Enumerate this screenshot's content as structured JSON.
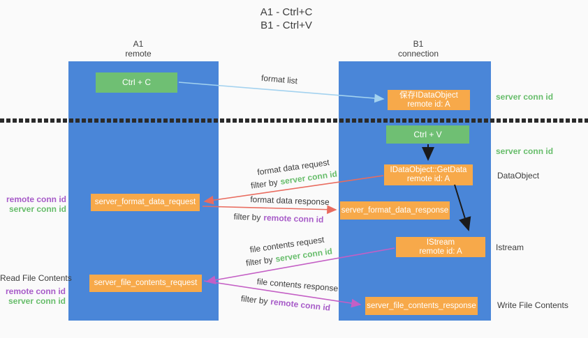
{
  "title": {
    "line1": "A1 - Ctrl+C",
    "line2": "B1 - Ctrl+V"
  },
  "lifelines": {
    "left": {
      "name": "A1",
      "role": "remote"
    },
    "right": {
      "name": "B1",
      "role": "connection"
    }
  },
  "nodes": {
    "ctrl_c": {
      "label": "Ctrl + C"
    },
    "save_idataobject": {
      "line1": "保存IDataObject",
      "line2": "remote id: A"
    },
    "ctrl_v": {
      "label": "Ctrl + V"
    },
    "getdata": {
      "line1": "IDataObject::GetData",
      "line2": "remote id: A"
    },
    "server_format_data_request": {
      "label": "server_format_data_request"
    },
    "server_format_data_response": {
      "label": "server_format_data_response"
    },
    "istream": {
      "line1": "IStream",
      "line2": "remote id: A"
    },
    "server_file_contents_request": {
      "label": "server_file_contents_request"
    },
    "server_file_contents_response": {
      "label": "server_file_contents_response"
    }
  },
  "arrows": {
    "format_list": {
      "label": "format list"
    },
    "format_data_request": {
      "label": "format data request",
      "filter_prefix": "filter by",
      "filter_key": "server conn id"
    },
    "format_data_response": {
      "label": "format data response",
      "filter_prefix": "filter by",
      "filter_key": "remote conn id"
    },
    "file_contents_request": {
      "label": "file contents request",
      "filter_prefix": "filter by",
      "filter_key": "server conn id"
    },
    "file_contents_response": {
      "label": "file contents response",
      "filter_prefix": "filter by",
      "filter_key": "remote conn id"
    }
  },
  "side_labels": {
    "server_conn_id_top": "server conn id",
    "server_conn_id_mid": "server conn id",
    "dataobject": "DataObject",
    "istream": "Istream",
    "write_file_contents": "Write File Contents",
    "read_file_contents": "Read File Contents",
    "left_remote_conn_id_1": "remote conn id",
    "left_server_conn_id_1": "server conn id",
    "left_remote_conn_id_2": "remote conn id",
    "left_server_conn_id_2": "server conn id"
  },
  "colors": {
    "column_blue": "#4a86d8",
    "node_green": "#6fbf73",
    "node_orange": "#f7a94a",
    "text_green": "#67bd6b",
    "text_purple": "#a75bc8",
    "arrow_red": "#e96c5f",
    "arrow_magenta": "#c45fc5",
    "arrow_lightblue": "#a3d2ef",
    "arrow_black": "#1a1a1a"
  }
}
